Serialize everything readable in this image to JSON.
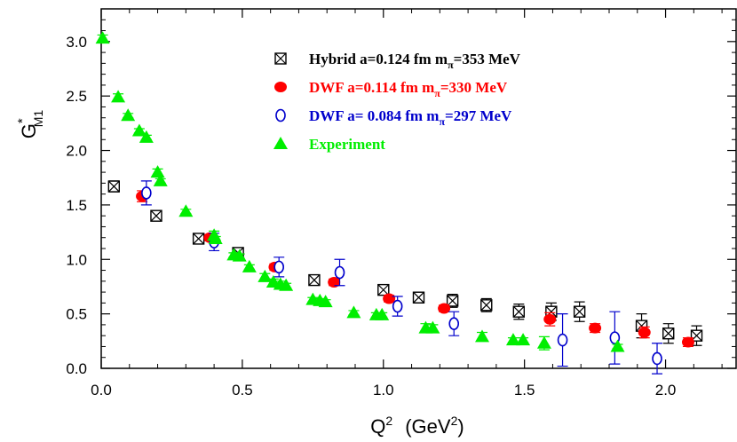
{
  "chart_data": {
    "type": "scatter",
    "xlabel_main": "Q",
    "xlabel_sup": "2",
    "xlabel_units_pre": "(GeV",
    "xlabel_units_sup": "2",
    "xlabel_units_post": ")",
    "ylabel_main": "G",
    "ylabel_sup": "*",
    "ylabel_sub": "M1",
    "xlim": [
      0.0,
      2.25
    ],
    "ylim": [
      0.0,
      3.3
    ],
    "xticks": [
      "0.0",
      "0.5",
      "1.0",
      "1.5",
      "2.0"
    ],
    "xtick_values": [
      0.0,
      0.5,
      1.0,
      1.5,
      2.0
    ],
    "yticks": [
      "0.0",
      "0.5",
      "1.0",
      "1.5",
      "2.0",
      "2.5",
      "3.0"
    ],
    "ytick_values": [
      0.0,
      0.5,
      1.0,
      1.5,
      2.0,
      2.5,
      3.0
    ],
    "grid": false,
    "legend_position": "top-right",
    "series": [
      {
        "name_pre": "Hybrid a=0.124 fm m",
        "name_sub": "π",
        "name_post": "=353 MeV",
        "marker": "boxed-x",
        "color": "#000000",
        "points": [
          {
            "x": 0.045,
            "y": 1.67,
            "err": 0.05
          },
          {
            "x": 0.195,
            "y": 1.4,
            "err": 0.03
          },
          {
            "x": 0.345,
            "y": 1.19,
            "err": 0.03
          },
          {
            "x": 0.485,
            "y": 1.06,
            "err": 0.03
          },
          {
            "x": 0.755,
            "y": 0.81,
            "err": 0.03
          },
          {
            "x": 1.0,
            "y": 0.72,
            "err": 0.04
          },
          {
            "x": 1.125,
            "y": 0.65,
            "err": 0.05
          },
          {
            "x": 1.245,
            "y": 0.62,
            "err": 0.06
          },
          {
            "x": 1.365,
            "y": 0.58,
            "err": 0.06
          },
          {
            "x": 1.48,
            "y": 0.52,
            "err": 0.07
          },
          {
            "x": 1.595,
            "y": 0.52,
            "err": 0.08
          },
          {
            "x": 1.695,
            "y": 0.52,
            "err": 0.09
          },
          {
            "x": 1.915,
            "y": 0.39,
            "err": 0.11
          },
          {
            "x": 2.01,
            "y": 0.32,
            "err": 0.09
          },
          {
            "x": 2.11,
            "y": 0.3,
            "err": 0.09
          }
        ]
      },
      {
        "name_pre": "DWF a=0.114 fm m",
        "name_sub": "π",
        "name_post": "=330 MeV",
        "marker": "filled-circle",
        "color": "#ff0000",
        "points": [
          {
            "x": 0.145,
            "y": 1.58,
            "err": 0.05
          },
          {
            "x": 0.385,
            "y": 1.2,
            "err": 0.03
          },
          {
            "x": 0.615,
            "y": 0.93,
            "err": 0.03
          },
          {
            "x": 0.825,
            "y": 0.79,
            "err": 0.03
          },
          {
            "x": 1.02,
            "y": 0.64,
            "err": 0.03
          },
          {
            "x": 1.215,
            "y": 0.55,
            "err": 0.03
          },
          {
            "x": 1.59,
            "y": 0.45,
            "err": 0.06
          },
          {
            "x": 1.75,
            "y": 0.37,
            "err": 0.04
          },
          {
            "x": 1.925,
            "y": 0.33,
            "err": 0.05
          },
          {
            "x": 2.08,
            "y": 0.24,
            "err": 0.04
          }
        ]
      },
      {
        "name_pre": "DWF a= 0.084 fm m",
        "name_sub": "π",
        "name_post": "=297 MeV",
        "marker": "open-circle",
        "color": "#0000cc",
        "points": [
          {
            "x": 0.16,
            "y": 1.61,
            "err": 0.11
          },
          {
            "x": 0.4,
            "y": 1.16,
            "err": 0.08
          },
          {
            "x": 0.63,
            "y": 0.93,
            "err": 0.09
          },
          {
            "x": 0.845,
            "y": 0.88,
            "err": 0.12
          },
          {
            "x": 1.05,
            "y": 0.57,
            "err": 0.09
          },
          {
            "x": 1.25,
            "y": 0.41,
            "err": 0.11
          },
          {
            "x": 1.635,
            "y": 0.26,
            "err": 0.24
          },
          {
            "x": 1.82,
            "y": 0.28,
            "err": 0.24
          },
          {
            "x": 1.97,
            "y": 0.09,
            "err": 0.14
          }
        ]
      },
      {
        "name_pre": "Experiment",
        "name_sub": "",
        "name_post": "",
        "marker": "filled-triangle",
        "color": "#00ee00",
        "points": [
          {
            "x": 0.005,
            "y": 3.03,
            "err": 0.03
          },
          {
            "x": 0.06,
            "y": 2.49,
            "err": 0.03
          },
          {
            "x": 0.095,
            "y": 2.32,
            "err": 0.02
          },
          {
            "x": 0.135,
            "y": 2.18,
            "err": 0.02
          },
          {
            "x": 0.16,
            "y": 2.12,
            "err": 0.02
          },
          {
            "x": 0.2,
            "y": 1.8,
            "err": 0.03
          },
          {
            "x": 0.21,
            "y": 1.72,
            "err": 0.02
          },
          {
            "x": 0.3,
            "y": 1.44,
            "err": 0.02
          },
          {
            "x": 0.4,
            "y": 1.22,
            "err": 0.04
          },
          {
            "x": 0.405,
            "y": 1.19,
            "err": 0.02
          },
          {
            "x": 0.47,
            "y": 1.04,
            "err": 0.02
          },
          {
            "x": 0.49,
            "y": 1.03,
            "err": 0.02
          },
          {
            "x": 0.525,
            "y": 0.93,
            "err": 0.02
          },
          {
            "x": 0.58,
            "y": 0.84,
            "err": 0.03
          },
          {
            "x": 0.61,
            "y": 0.79,
            "err": 0.03
          },
          {
            "x": 0.635,
            "y": 0.77,
            "err": 0.03
          },
          {
            "x": 0.655,
            "y": 0.76,
            "err": 0.02
          },
          {
            "x": 0.75,
            "y": 0.63,
            "err": 0.02
          },
          {
            "x": 0.775,
            "y": 0.62,
            "err": 0.02
          },
          {
            "x": 0.795,
            "y": 0.61,
            "err": 0.02
          },
          {
            "x": 0.895,
            "y": 0.51,
            "err": 0.02
          },
          {
            "x": 0.975,
            "y": 0.49,
            "err": 0.02
          },
          {
            "x": 0.995,
            "y": 0.49,
            "err": 0.02
          },
          {
            "x": 1.15,
            "y": 0.37,
            "err": 0.04
          },
          {
            "x": 1.175,
            "y": 0.37,
            "err": 0.03
          },
          {
            "x": 1.35,
            "y": 0.29,
            "err": 0.04
          },
          {
            "x": 1.46,
            "y": 0.26,
            "err": 0.02
          },
          {
            "x": 1.495,
            "y": 0.26,
            "err": 0.02
          },
          {
            "x": 1.57,
            "y": 0.23,
            "err": 0.06
          },
          {
            "x": 1.83,
            "y": 0.2,
            "err": 0.02
          }
        ]
      }
    ]
  }
}
